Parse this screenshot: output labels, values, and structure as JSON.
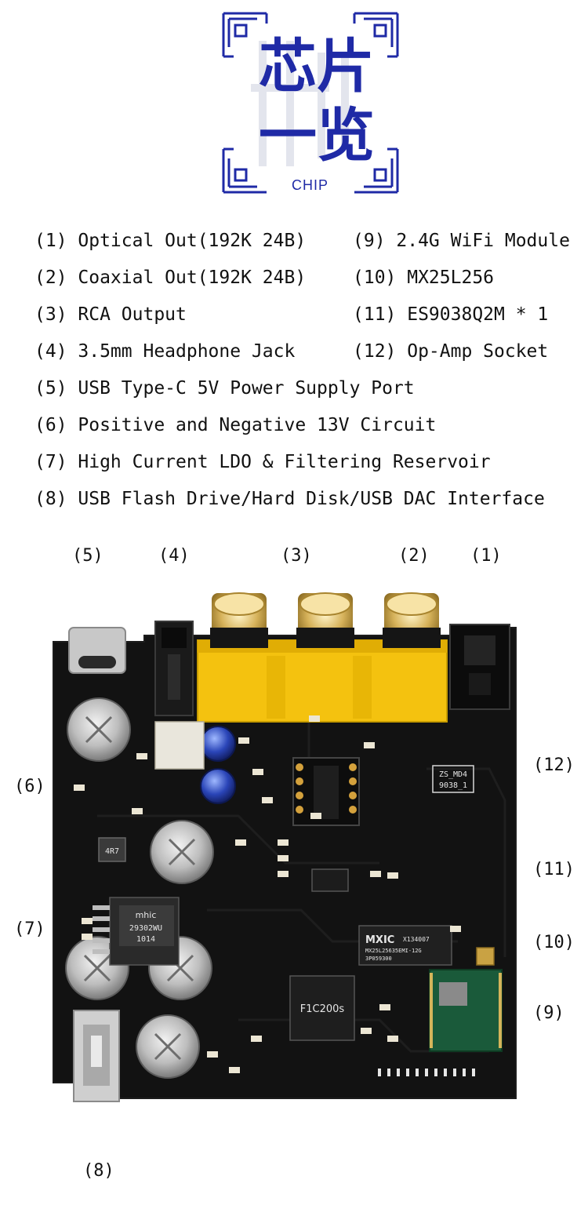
{
  "header": {
    "chars": [
      "芯",
      "片",
      "一",
      "览"
    ],
    "chip": "CHIP"
  },
  "features": [
    "(1) Optical Out(192K 24B)",
    "(2) Coaxial Out(192K 24B)",
    "(3) RCA Output",
    "(4) 3.5mm Headphone Jack",
    "(5) USB Type-C 5V Power Supply Port",
    "(6) Positive and Negative 13V Circuit",
    "(7) High Current LDO & Filtering Reservoir",
    "(8) USB Flash Drive/Hard Disk/USB DAC Interface",
    "(9) 2.4G WiFi Module",
    "(10) MX25L256",
    "(11) ES9038Q2M * 1",
    "(12) Op-Amp Socket"
  ],
  "callouts": [
    "(5)",
    "(4)",
    "(3)",
    "(2)",
    "(1)",
    "(6)",
    "(12)",
    "(11)",
    "(7)",
    "(10)",
    "(9)",
    "(8)"
  ],
  "board": {
    "silk_model": "ZS_MD4",
    "silk_rev": "9038_1",
    "mxic_brand": "MXIC",
    "mxic_part": "MX25L25635EMI-12G",
    "mxic_code": "X134007",
    "mxic_lot": "3P059300",
    "f1c_part": "F1C200s",
    "ldo_brand": "mhic",
    "ldo_part": "29302WU",
    "ldo_code": "1014",
    "inductor": "4R7",
    "colors": {
      "pcb": "#121212",
      "rca_yellow": "#f4c20f",
      "gold": "#c9a243",
      "logo_blue": "#1f2aa6"
    }
  }
}
